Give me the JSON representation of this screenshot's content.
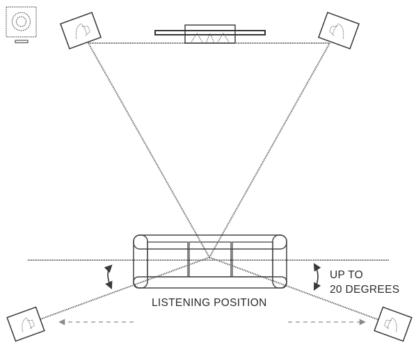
{
  "labels": {
    "listening_position": "LISTENING POSITION",
    "angle_line1": "UP TO",
    "angle_line2": "20 DEGREES"
  },
  "colors": {
    "line": "#3a3a3a",
    "dotted_line": "#4a4a4a",
    "arrow": "#8a8a8a",
    "fill": "#ffffff"
  },
  "icons": {
    "subwoofer": "subwoofer-icon",
    "tv": "tv-icon",
    "sofa": "sofa-icon",
    "speaker": "speaker-icon",
    "angle_arc": "angle-arc-icon",
    "arrow": "dashed-arrow-icon"
  }
}
